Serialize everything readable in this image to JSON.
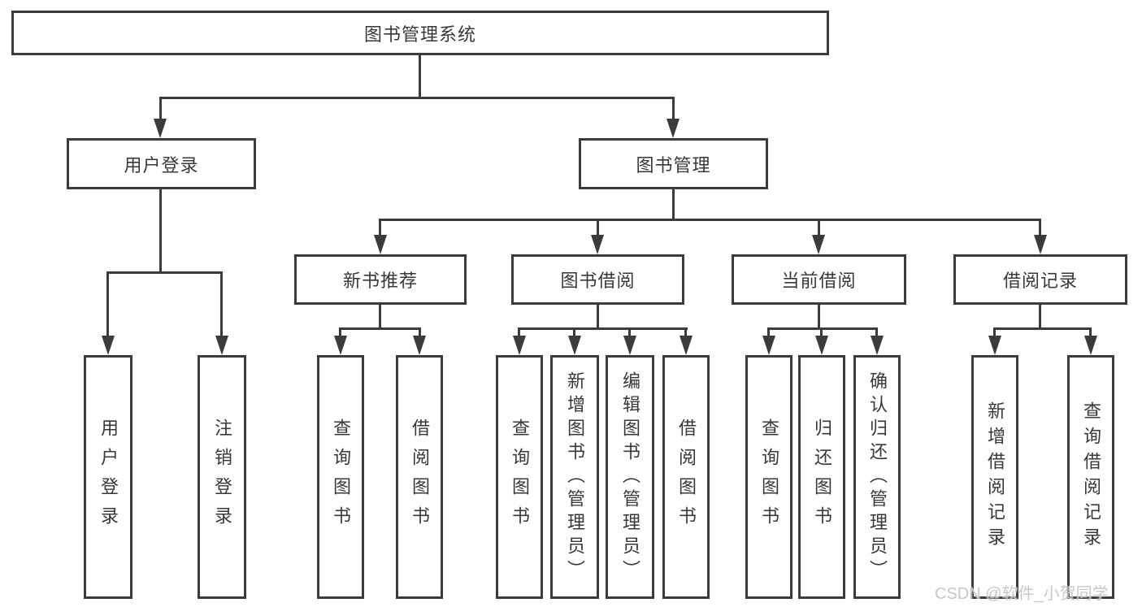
{
  "tree": {
    "label": "图书管理系统",
    "children": [
      {
        "label": "用户登录",
        "children": [
          {
            "label": "用户登录"
          },
          {
            "label": "注销登录"
          }
        ]
      },
      {
        "label": "图书管理",
        "children": [
          {
            "label": "新书推荐",
            "children": [
              {
                "label": "查询图书"
              },
              {
                "label": "借阅图书"
              }
            ]
          },
          {
            "label": "图书借阅",
            "children": [
              {
                "label": "查询图书"
              },
              {
                "label": "新增图书（管理员）"
              },
              {
                "label": "编辑图书（管理员）"
              },
              {
                "label": "借阅图书"
              }
            ]
          },
          {
            "label": "当前借阅",
            "children": [
              {
                "label": "查询图书"
              },
              {
                "label": "归还图书"
              },
              {
                "label": "确认归还（管理员）"
              }
            ]
          },
          {
            "label": "借阅记录",
            "children": [
              {
                "label": "新增借阅记录"
              },
              {
                "label": "查询借阅记录"
              }
            ]
          }
        ]
      }
    ]
  },
  "watermark": {
    "text": "CSDN @软件_小贺同学",
    "color": "#c5c5c5"
  },
  "colors": {
    "line": "#3b3b3b",
    "box_border": "#3b3b3b",
    "box_background": "#ffffff",
    "text": "#383838"
  }
}
